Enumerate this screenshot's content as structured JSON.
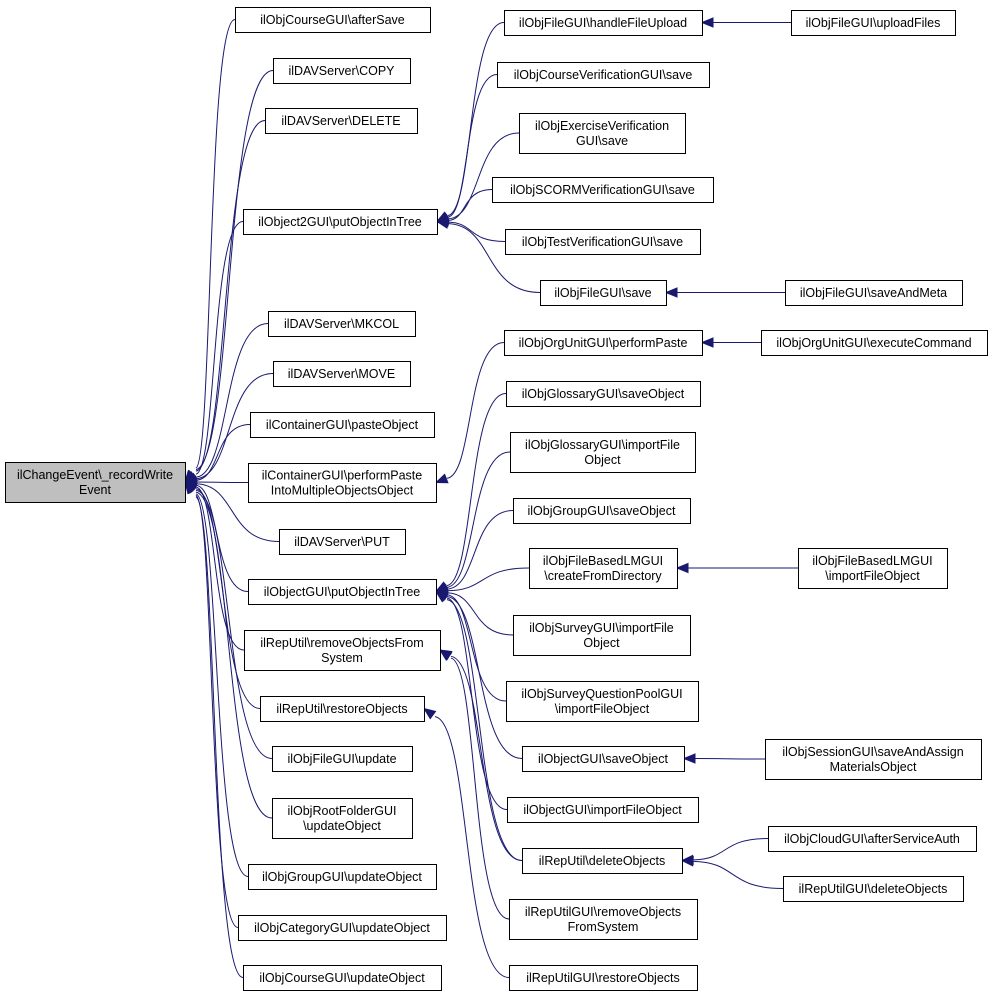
{
  "colors": {
    "edge": "#191970",
    "root_fill": "#bfbfbf",
    "node_fill": "#ffffff",
    "border": "#000000"
  },
  "nodes": [
    {
      "id": "root",
      "lines": [
        "ilChangeEvent\\_recordWrite",
        "Event"
      ],
      "root": true
    },
    {
      "id": "c1",
      "lines": [
        "ilObjCourseGUI\\afterSave"
      ]
    },
    {
      "id": "c2",
      "lines": [
        "ilDAVServer\\COPY"
      ]
    },
    {
      "id": "c3",
      "lines": [
        "ilDAVServer\\DELETE"
      ]
    },
    {
      "id": "c4",
      "lines": [
        "ilObject2GUI\\putObjectInTree"
      ]
    },
    {
      "id": "c5",
      "lines": [
        "ilDAVServer\\MKCOL"
      ]
    },
    {
      "id": "c6",
      "lines": [
        "ilDAVServer\\MOVE"
      ]
    },
    {
      "id": "c7",
      "lines": [
        "ilContainerGUI\\pasteObject"
      ]
    },
    {
      "id": "c8",
      "lines": [
        "ilContainerGUI\\performPaste",
        "IntoMultipleObjectsObject"
      ]
    },
    {
      "id": "c9",
      "lines": [
        "ilDAVServer\\PUT"
      ]
    },
    {
      "id": "c10",
      "lines": [
        "ilObjectGUI\\putObjectInTree"
      ]
    },
    {
      "id": "c11",
      "lines": [
        "ilRepUtil\\removeObjectsFrom",
        "System"
      ]
    },
    {
      "id": "c12",
      "lines": [
        "ilRepUtil\\restoreObjects"
      ]
    },
    {
      "id": "c13",
      "lines": [
        "ilObjFileGUI\\update"
      ]
    },
    {
      "id": "c14",
      "lines": [
        "ilObjRootFolderGUI",
        "\\updateObject"
      ]
    },
    {
      "id": "c15",
      "lines": [
        "ilObjGroupGUI\\updateObject"
      ]
    },
    {
      "id": "c16",
      "lines": [
        "ilObjCategoryGUI\\updateObject"
      ]
    },
    {
      "id": "c17",
      "lines": [
        "ilObjCourseGUI\\updateObject"
      ]
    },
    {
      "id": "m1",
      "lines": [
        "ilObjFileGUI\\handleFileUpload"
      ]
    },
    {
      "id": "m2",
      "lines": [
        "ilObjCourseVerificationGUI\\save"
      ]
    },
    {
      "id": "m3",
      "lines": [
        "ilObjExerciseVerification",
        "GUI\\save"
      ]
    },
    {
      "id": "m4",
      "lines": [
        "ilObjSCORMVerificationGUI\\save"
      ]
    },
    {
      "id": "m5",
      "lines": [
        "ilObjTestVerificationGUI\\save"
      ]
    },
    {
      "id": "m6",
      "lines": [
        "ilObjFileGUI\\save"
      ]
    },
    {
      "id": "m7",
      "lines": [
        "ilObjOrgUnitGUI\\performPaste"
      ]
    },
    {
      "id": "m8",
      "lines": [
        "ilObjGlossaryGUI\\saveObject"
      ]
    },
    {
      "id": "m9",
      "lines": [
        "ilObjGlossaryGUI\\importFile",
        "Object"
      ]
    },
    {
      "id": "m10",
      "lines": [
        "ilObjGroupGUI\\saveObject"
      ]
    },
    {
      "id": "m11",
      "lines": [
        "ilObjFileBasedLMGUI",
        "\\createFromDirectory"
      ]
    },
    {
      "id": "m12",
      "lines": [
        "ilObjSurveyGUI\\importFile",
        "Object"
      ]
    },
    {
      "id": "m13",
      "lines": [
        "ilObjSurveyQuestionPoolGUI",
        "\\importFileObject"
      ]
    },
    {
      "id": "m14",
      "lines": [
        "ilObjectGUI\\saveObject"
      ]
    },
    {
      "id": "m15",
      "lines": [
        "ilObjectGUI\\importFileObject"
      ]
    },
    {
      "id": "m16",
      "lines": [
        "ilRepUtil\\deleteObjects"
      ]
    },
    {
      "id": "m17",
      "lines": [
        "ilRepUtilGUI\\removeObjects",
        "FromSystem"
      ]
    },
    {
      "id": "m18",
      "lines": [
        "ilRepUtilGUI\\restoreObjects"
      ]
    },
    {
      "id": "r1",
      "lines": [
        "ilObjFileGUI\\uploadFiles"
      ]
    },
    {
      "id": "r2",
      "lines": [
        "ilObjFileGUI\\saveAndMeta"
      ]
    },
    {
      "id": "r3",
      "lines": [
        "ilObjOrgUnitGUI\\executeCommand"
      ]
    },
    {
      "id": "r4",
      "lines": [
        "ilObjFileBasedLMGUI",
        "\\importFileObject"
      ]
    },
    {
      "id": "r5",
      "lines": [
        "ilObjSessionGUI\\saveAndAssign",
        "MaterialsObject"
      ]
    },
    {
      "id": "r6",
      "lines": [
        "ilObjCloudGUI\\afterServiceAuth"
      ]
    },
    {
      "id": "r7",
      "lines": [
        "ilRepUtilGUI\\deleteObjects"
      ]
    }
  ],
  "edges": [
    [
      "c1",
      "root"
    ],
    [
      "c2",
      "root"
    ],
    [
      "c3",
      "root"
    ],
    [
      "c4",
      "root"
    ],
    [
      "c5",
      "root"
    ],
    [
      "c6",
      "root"
    ],
    [
      "c7",
      "root"
    ],
    [
      "c8",
      "root"
    ],
    [
      "c9",
      "root"
    ],
    [
      "c10",
      "root"
    ],
    [
      "c11",
      "root"
    ],
    [
      "c12",
      "root"
    ],
    [
      "c13",
      "root"
    ],
    [
      "c14",
      "root"
    ],
    [
      "c15",
      "root"
    ],
    [
      "c16",
      "root"
    ],
    [
      "c17",
      "root"
    ],
    [
      "m1",
      "c4"
    ],
    [
      "m2",
      "c4"
    ],
    [
      "m3",
      "c4"
    ],
    [
      "m4",
      "c4"
    ],
    [
      "m5",
      "c4"
    ],
    [
      "m6",
      "c4"
    ],
    [
      "m7",
      "c8"
    ],
    [
      "m8",
      "c10"
    ],
    [
      "m9",
      "c10"
    ],
    [
      "m10",
      "c10"
    ],
    [
      "m11",
      "c10"
    ],
    [
      "m12",
      "c10"
    ],
    [
      "m13",
      "c10"
    ],
    [
      "m14",
      "c10"
    ],
    [
      "m15",
      "c10"
    ],
    [
      "m16",
      "c10"
    ],
    [
      "m16",
      "c11"
    ],
    [
      "m17",
      "c11"
    ],
    [
      "m18",
      "c12"
    ],
    [
      "r1",
      "m1"
    ],
    [
      "r2",
      "m6"
    ],
    [
      "r3",
      "m7"
    ],
    [
      "r4",
      "m11"
    ],
    [
      "r5",
      "m14"
    ],
    [
      "r6",
      "m16"
    ],
    [
      "r7",
      "m16"
    ]
  ]
}
